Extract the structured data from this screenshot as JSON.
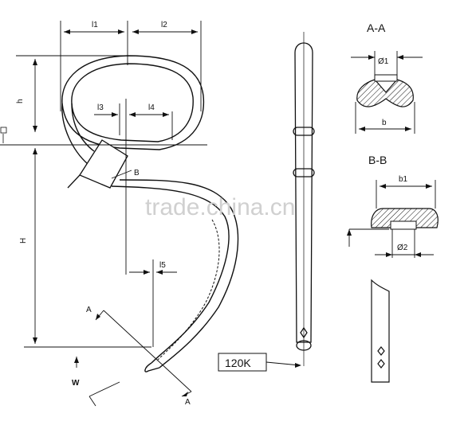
{
  "labels": {
    "l1": "l1",
    "l2": "l2",
    "l3": "l3",
    "l4": "l4",
    "l5": "l5",
    "h": "h",
    "H": "H",
    "B": "B",
    "A_top": "A",
    "A_bottom": "A",
    "W": "W"
  },
  "sections": {
    "aa_title": "A-A",
    "aa_phi": "Ø1",
    "aa_b": "b",
    "bb_title": "B-B",
    "bb_b1": "b1",
    "bb_phi": "Ø2"
  },
  "part_label": "120K",
  "watermark": "trade.china.cn",
  "colors": {
    "line": "#111111",
    "hatch": "#111111",
    "watermark": "#d0d0d0"
  }
}
